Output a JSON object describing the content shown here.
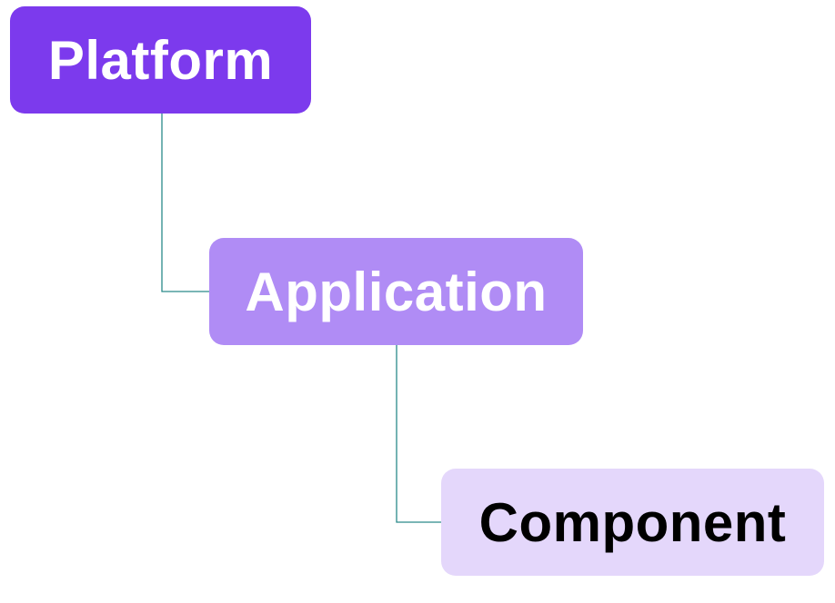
{
  "nodes": [
    {
      "id": "platform",
      "label": "Platform",
      "fill": "#7c3aed",
      "text_color": "#ffffff"
    },
    {
      "id": "application",
      "label": "Application",
      "fill": "#b08cf5",
      "text_color": "#ffffff"
    },
    {
      "id": "component",
      "label": "Component",
      "fill": "#e4d7fb",
      "text_color": "#000000"
    }
  ],
  "connector_color": "#2a8a8a",
  "edges": [
    {
      "from": "platform",
      "to": "application"
    },
    {
      "from": "application",
      "to": "component"
    }
  ]
}
